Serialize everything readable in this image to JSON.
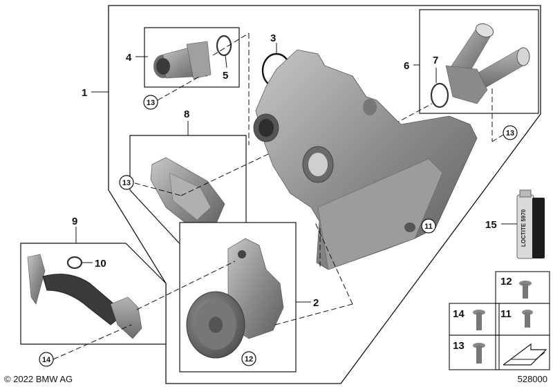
{
  "callouts": {
    "c1": "1",
    "c2": "2",
    "c3": "3",
    "c4": "4",
    "c5": "5",
    "c6": "6",
    "c7": "7",
    "c8": "8",
    "c9": "9",
    "c10": "10",
    "c15": "15"
  },
  "circled": {
    "n13": "13",
    "n11": "11",
    "n12": "12",
    "n14": "14"
  },
  "legend": {
    "screw12": "12",
    "screw14": "14",
    "screw11": "11",
    "screw13": "13"
  },
  "sealant_label": "LOCTITE 5970",
  "footer": {
    "copyright": "© 2022 BMW AG",
    "diagram_id": "528000"
  },
  "colors": {
    "line": "#111111",
    "part_dark": "#5a5a5a",
    "part_mid": "#8c8c8c",
    "part_light": "#bdbdbd"
  }
}
